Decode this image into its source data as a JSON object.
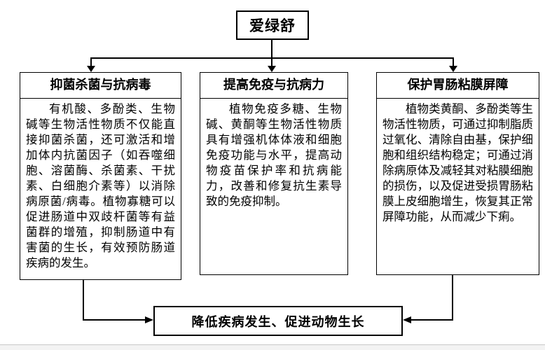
{
  "diagram": {
    "root": {
      "label": "爱绿舒"
    },
    "branches": [
      {
        "title": "抑菌杀菌与抗病毒",
        "body": "有机酸、多酚类、生物碱等生物活性物质不仅能直接抑菌杀菌，还可激活和增加体内抗菌因子（如吞噬细胞、溶菌酶、杀菌素、干扰素、白细胞介素等）以消除病原菌/病毒。植物寡糖可以促进肠道中双歧杆菌等有益菌群的增殖，抑制肠道中有害菌的生长，有效预防肠道疾病的发生。"
      },
      {
        "title": "提高免疫与抗病力",
        "body": "植物免疫多糖、生物碱、黄酮等生物活性物质具有增强机体体液和细胞免疫功能与水平，提高动物疫苗保护率和抗病能力，改善和修复抗生素导致的免疫抑制。"
      },
      {
        "title": "保护胃肠粘膜屏障",
        "body": "植物类黄酮、多酚类等生物活性物质，可通过抑制脂质过氧化、清除自由基，保护细胞和组织结构稳定；可通过消除病原体及减轻其对粘膜细胞的损伤，以及促进受损胃肠粘膜上皮细胞增生，恢复其正常屏障功能，从而减少下痢。"
      }
    ],
    "outcome": {
      "label": "降低疾病发生、促进动物生长"
    },
    "colors": {
      "line": "#000000",
      "background": "#ffffff",
      "page_edge": "#c9c9c9"
    }
  }
}
